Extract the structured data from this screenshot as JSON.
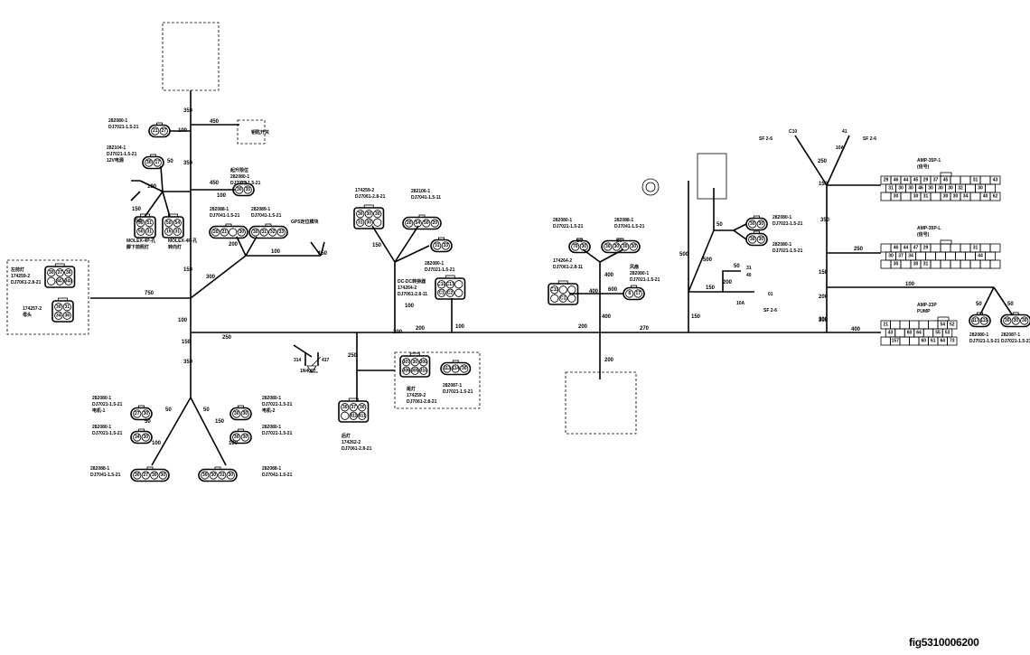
{
  "figure_id": "fig5310006200",
  "segments": [
    "350",
    "450",
    "100",
    "350",
    "450",
    "100",
    "100",
    "150",
    "150",
    "750",
    "300",
    "100",
    "200",
    "100",
    "150",
    "250",
    "150",
    "350",
    "50",
    "50",
    "50",
    "50",
    "100",
    "100",
    "50",
    "150",
    "250",
    "150",
    "200",
    "200",
    "100",
    "100",
    "200",
    "400",
    "400",
    "600",
    "50",
    "50",
    "400",
    "200",
    "270",
    "500",
    "150",
    "50",
    "500",
    "150",
    "50",
    "200",
    "150",
    "300",
    "150",
    "350",
    "250",
    "100",
    "200",
    "300",
    "400",
    "50",
    "50",
    "250"
  ],
  "connectors": {
    "c_top1": {
      "pins": [
        "21",
        "27"
      ],
      "part": "282080-1",
      "spec": "DJ7021-1.5-21"
    },
    "c_top2": {
      "pins": [
        "30",
        "17"
      ],
      "part": "282104-1",
      "spec": "DJ7021-1.5-21",
      "note": "12V电源"
    },
    "c_lift": {
      "pins": [
        "30",
        "35"
      ],
      "part": "282080-1",
      "spec": "DJ7021-1.5-21",
      "title": "起升限位"
    },
    "c_molex1": {
      "pins": [
        "50",
        "51",
        "50",
        "31"
      ],
      "title": "MOLEX-4P-孔",
      "note": "脚下前照灯"
    },
    "c_molex2": {
      "pins": [
        "50",
        "54",
        "16",
        "31"
      ],
      "title": "MOLEX-4P-孔",
      "note": "转向灯"
    },
    "c_ov4a": {
      "pins": [
        "20",
        "21",
        "",
        "30"
      ],
      "part": "282088-1",
      "spec": "DJ7041-1.5-21"
    },
    "c_ov4b": {
      "pins": [
        "30",
        "31",
        "32",
        "33"
      ],
      "part": "282089-1",
      "spec": "DJ7041-1.5-21"
    },
    "c_left6": {
      "pins": [
        "30",
        "37",
        "36",
        "",
        "347",
        "343"
      ],
      "title": "左前灯",
      "part": "174259-2",
      "spec": "DJ7061-2.8-21"
    },
    "c_left4": {
      "pins": [
        "30",
        "31",
        "34",
        "36"
      ],
      "part": "174257-2",
      "note": "母头"
    },
    "c_mid6": {
      "pins": [
        "30",
        "30",
        "30",
        "31",
        "30",
        ""
      ],
      "part": "174259-2",
      "spec": "DJ7061-2.8-21"
    },
    "c_mid4": {
      "pins": [
        "20",
        "54",
        "50",
        "20"
      ],
      "part": "282106-1",
      "spec": "DJ7041-1.5-11"
    },
    "c_mid2": {
      "pins": [
        "31",
        "33"
      ],
      "part": "282080-1",
      "spec": "DJ7021-1.5-21"
    },
    "c_dc": {
      "pins": [
        "C10",
        "C17",
        "",
        "C1",
        "C2",
        ""
      ],
      "title": "DC-DC转换器",
      "part": "174264-2",
      "spec": "DJ7061-2.8-11"
    },
    "c_rear": {
      "pins": [
        "30",
        "37",
        "30",
        "",
        "411",
        "411"
      ],
      "title": "后灯",
      "part": "174262-2",
      "spec": "DJ7061-2.8-21"
    },
    "c_rear6": {
      "pins": [
        "307",
        "30",
        "300",
        "306",
        "300",
        "310"
      ],
      "title": "尾灯",
      "part": "174259-2",
      "spec": "DJ7061-2.8-21"
    },
    "c_rear3": {
      "pins": [
        "113",
        "114",
        "30"
      ],
      "part": "282087-1",
      "spec": "DJ7021-1.5-21"
    },
    "c_m1": {
      "pins": [
        "27",
        "30"
      ],
      "part": "282080-1",
      "spec": "DJ7021-1.5-21",
      "note": "电机-1"
    },
    "c_m2": {
      "pins": [
        "30",
        "30"
      ],
      "part": "282080-1",
      "spec": "DJ7021-1.5-21",
      "note": "电机-2"
    },
    "c_m3": {
      "pins": [
        "34",
        "30"
      ],
      "part": "282080-1",
      "spec": "DJ7021-1.5-21"
    },
    "c_m4": {
      "pins": [
        "30",
        "30"
      ],
      "part": "282080-1",
      "spec": "DJ7021-1.5-21"
    },
    "c_m5": {
      "pins": [
        "30",
        "27",
        "30",
        "30"
      ],
      "part": "282088-1",
      "spec": "DJ7041-1.5-21"
    },
    "c_m6": {
      "pins": [
        "30",
        "30",
        "31",
        "30"
      ],
      "part": "282088-1",
      "spec": "DJ7041-1.5-21"
    },
    "c_s1": {
      "pins": [
        "70",
        "30"
      ],
      "part": "282080-1",
      "spec": "DJ7021-1.5-21"
    },
    "c_s2": {
      "pins": [
        "30",
        "30",
        "30",
        "30"
      ],
      "part": "282088-1",
      "spec": "DJ7041-1.5-21"
    },
    "c_s6": {
      "pins": [
        "C10",
        "",
        "",
        "",
        "C1",
        ""
      ],
      "part": "174264-2",
      "spec": "DJ7061-2.8-11"
    },
    "c_fan": {
      "pins": [
        "8",
        "17"
      ],
      "title": "风扇",
      "part": "282080-1",
      "spec": "DJ7021-1.5-21"
    },
    "c_r1": {
      "pins": [
        "30",
        "30"
      ],
      "part": "282080-1",
      "spec": "DJ7021-1.5-21"
    },
    "c_r2": {
      "pins": [
        "30",
        "30"
      ],
      "part": "282080-1",
      "spec": "DJ7021-1.5-21"
    },
    "c_horn": {
      "pins": [
        "117",
        "115"
      ],
      "part": "282080-1",
      "spec": "DJ7021-1.5-21"
    },
    "c_horn2": {
      "pins": [
        "30",
        "30",
        "30"
      ],
      "part": "282087-1",
      "spec": "DJ7021-1.5-21"
    }
  },
  "amp1": {
    "title": "AMP-35P-1",
    "sub": "(信号)",
    "rows": [
      [
        "29",
        "46",
        "44",
        "45",
        "29",
        "37",
        "45",
        "",
        "",
        "31",
        "",
        "43"
      ],
      [
        "31",
        "30",
        "30",
        "46",
        "30",
        "30",
        "30",
        "32",
        "",
        "30",
        ""
      ],
      [
        "",
        "30",
        "",
        "30",
        "31",
        "",
        "30",
        "30",
        "34",
        "",
        "40",
        "62"
      ]
    ]
  },
  "amp2": {
    "title": "AMP-35P-L",
    "sub": "(信号)",
    "rows": [
      [
        "",
        "46",
        "44",
        "47",
        "29",
        "",
        "",
        "",
        "",
        "31",
        "",
        ""
      ],
      [
        "30",
        "37",
        "34",
        "",
        "",
        "",
        "",
        "",
        "",
        "44",
        ""
      ],
      [
        "",
        "30",
        "",
        "30",
        "31",
        "",
        "",
        "",
        "",
        "",
        "",
        ""
      ]
    ]
  },
  "amp3": {
    "title": "AMP-23P",
    "sub": "PUMP",
    "rows": [
      [
        "21",
        "",
        "",
        "",
        "",
        "",
        "54",
        "52"
      ],
      [
        "43",
        "",
        "60",
        "64",
        "",
        "55",
        "53"
      ],
      [
        "",
        "157",
        "",
        "",
        "60",
        "61",
        "64",
        "73"
      ]
    ]
  },
  "labels": {
    "fuse1": "SF 2-6",
    "fuse2": "SF 2-6",
    "fuse3": "SF 2-6",
    "relay": "10A",
    "ground": "C10",
    "g41": "41",
    "fuse_label": "10A",
    "diode": "1N4007",
    "d1": "314",
    "d2": "417",
    "gps": "GPS定位模块",
    "sw1": "钥匙开关",
    "pins_r": [
      "31",
      "40"
    ],
    "term_01": "01"
  }
}
